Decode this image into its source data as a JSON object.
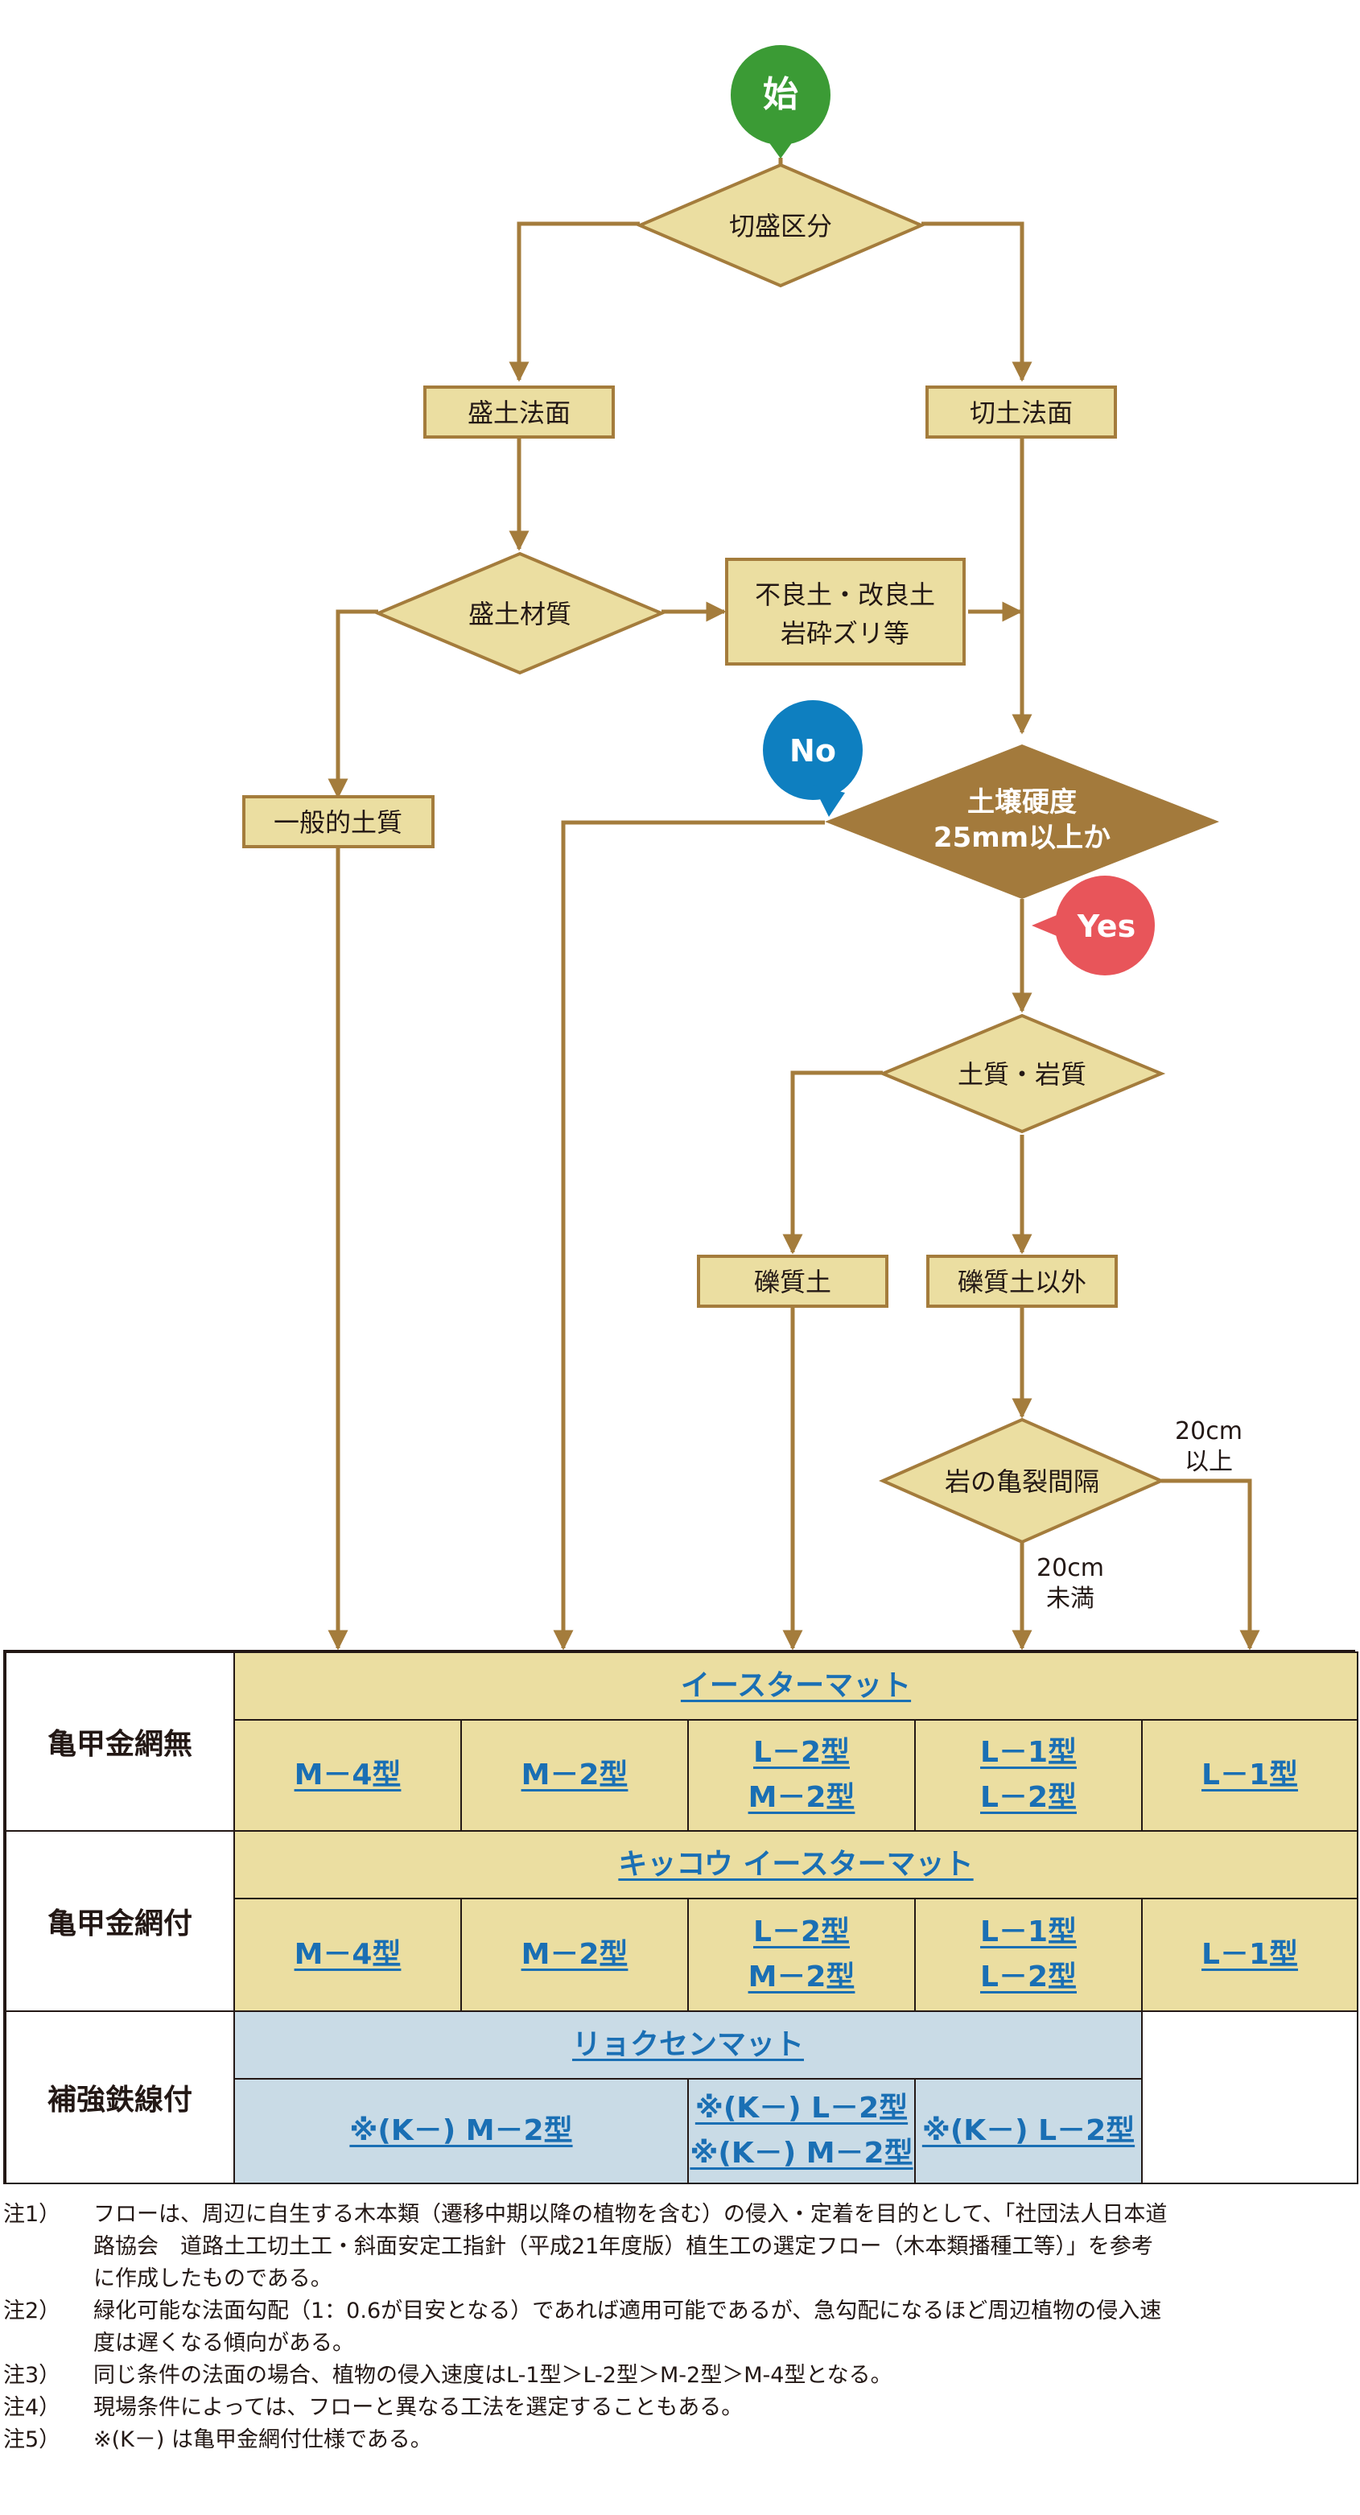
{
  "start": {
    "label": "始",
    "color": "#3b9b35"
  },
  "bubbles": {
    "no": {
      "label": "No",
      "color": "#0e7fc0"
    },
    "yes": {
      "label": "Yes",
      "color": "#e8555a"
    }
  },
  "diamonds": {
    "cut_fill": "切盛区分",
    "fill_material": "盛土材質",
    "soil_hardness": [
      "土壌硬度",
      "25mm以上か"
    ],
    "soil_rock": "土質・岩質",
    "crack_interval": "岩の亀裂間隔"
  },
  "boxes": {
    "fill_slope": "盛土法面",
    "cut_slope": "切土法面",
    "poor_soil": [
      "不良土・改良土",
      "岩砕ズリ等"
    ],
    "general_soil": "一般的土質",
    "gravel_soil": "礫質土",
    "non_gravel_soil": "礫質土以外"
  },
  "edge_labels": {
    "over_20cm": [
      "20cm",
      "以上"
    ],
    "under_20cm": [
      "20cm",
      "未満"
    ]
  },
  "colors": {
    "box_fill": "#ebdea1",
    "box_stroke": "#a47c3c",
    "arrow": "#a47c3c",
    "dark_diamond": "#a37a3c",
    "table_tan": "#ebdea1",
    "table_blue": "#c9dbe6",
    "link": "#1a6fb4"
  },
  "table": {
    "rows": [
      {
        "head": "亀甲金網無",
        "product": "イースターマット",
        "types": [
          [
            "M－4型"
          ],
          [
            "M－2型"
          ],
          [
            "L－2型",
            "M－2型"
          ],
          [
            "L－1型",
            "L－2型"
          ],
          [
            "L－1型"
          ]
        ]
      },
      {
        "head": "亀甲金網付",
        "product": "キッコウ イースターマット",
        "types": [
          [
            "M－4型"
          ],
          [
            "M－2型"
          ],
          [
            "L－2型",
            "M－2型"
          ],
          [
            "L－1型",
            "L－2型"
          ],
          [
            "L－1型"
          ]
        ]
      },
      {
        "head": "補強鉄線付",
        "product": "リョクセンマット",
        "types": [
          [
            "※(K－) M－2型"
          ],
          [
            "※(K－) L－2型",
            "※(K－) M－2型"
          ],
          [
            "※(K－) L－2型"
          ]
        ]
      }
    ]
  },
  "notes": [
    {
      "label": "注1）",
      "text": "フローは、周辺に自生する木本類（遷移中期以降の植物を含む）の侵入・定着を目的として、「社団法人日本道\n路協会　道路土工切土工・斜面安定工指針（平成21年度版）植生工の選定フロー（木本類播種工等）」を参考\nに作成したものである。"
    },
    {
      "label": "注2）",
      "text": "緑化可能な法面勾配（1：0.6が目安となる）であれば適用可能であるが、急勾配になるほど周辺植物の侵入速\n度は遅くなる傾向がある。"
    },
    {
      "label": "注3）",
      "text": "同じ条件の法面の場合、植物の侵入速度はL-1型＞L-2型＞M-2型＞M-4型となる。"
    },
    {
      "label": "注4）",
      "text": "現場条件によっては、フローと異なる工法を選定することもある。"
    },
    {
      "label": "注5）",
      "text": "※(K－) は亀甲金網付仕様である。"
    }
  ]
}
